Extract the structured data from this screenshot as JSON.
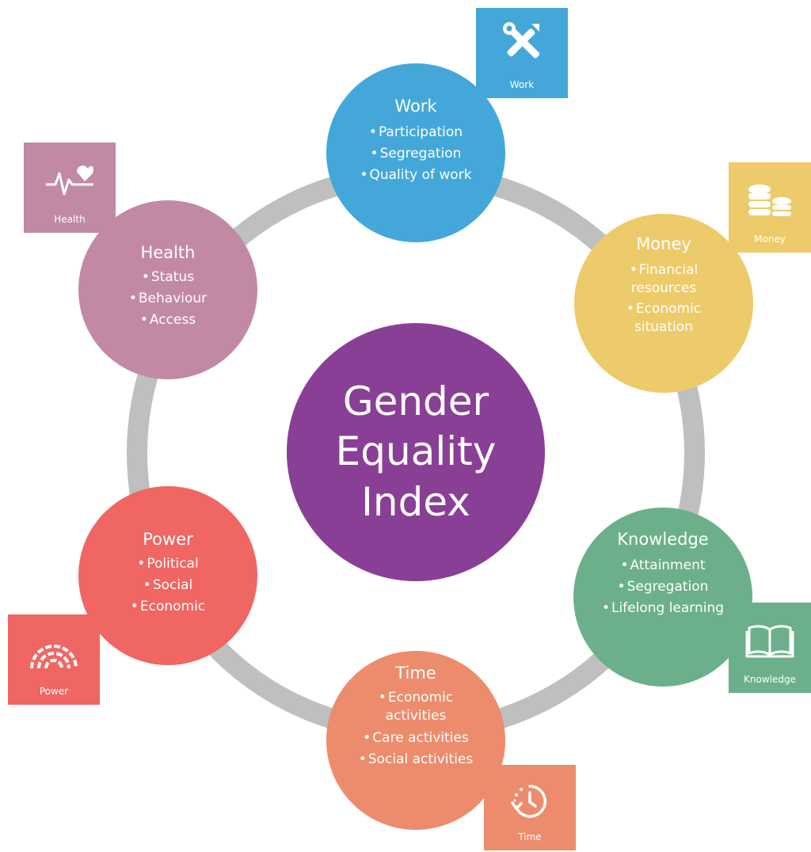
{
  "title_lines": [
    "Gender",
    "Equality",
    "Index"
  ],
  "colors": {
    "work": "#43a8d9",
    "money": "#edcb6b",
    "knowledge": "#6bb08a",
    "time": "#ed8c6c",
    "power": "#ef6663",
    "health": "#c289a5",
    "center": "#8a3f96",
    "ring": "#bfbfbf"
  },
  "domains": {
    "work": {
      "title": "Work",
      "bullets": [
        "Participation",
        "Segregation",
        "Quality of work"
      ],
      "tile_label": "Work",
      "icon": "tools-icon"
    },
    "money": {
      "title": "Money",
      "bullets": [
        "Financial resources",
        "Economic situation"
      ],
      "tile_label": "Money",
      "icon": "coins-icon"
    },
    "knowledge": {
      "title": "Knowledge",
      "bullets": [
        "Attainment",
        "Segregation",
        "Lifelong learning"
      ],
      "tile_label": "Knowledge",
      "icon": "book-icon"
    },
    "time": {
      "title": "Time",
      "bullets": [
        "Economic activities",
        "Care activities",
        "Social activities"
      ],
      "tile_label": "Time",
      "icon": "clock-icon"
    },
    "power": {
      "title": "Power",
      "bullets": [
        "Political",
        "Social",
        "Economic"
      ],
      "tile_label": "Power",
      "icon": "arches-icon"
    },
    "health": {
      "title": "Health",
      "bullets": [
        "Status",
        "Behaviour",
        "Access"
      ],
      "tile_label": "Health",
      "icon": "heartbeat-icon"
    }
  }
}
